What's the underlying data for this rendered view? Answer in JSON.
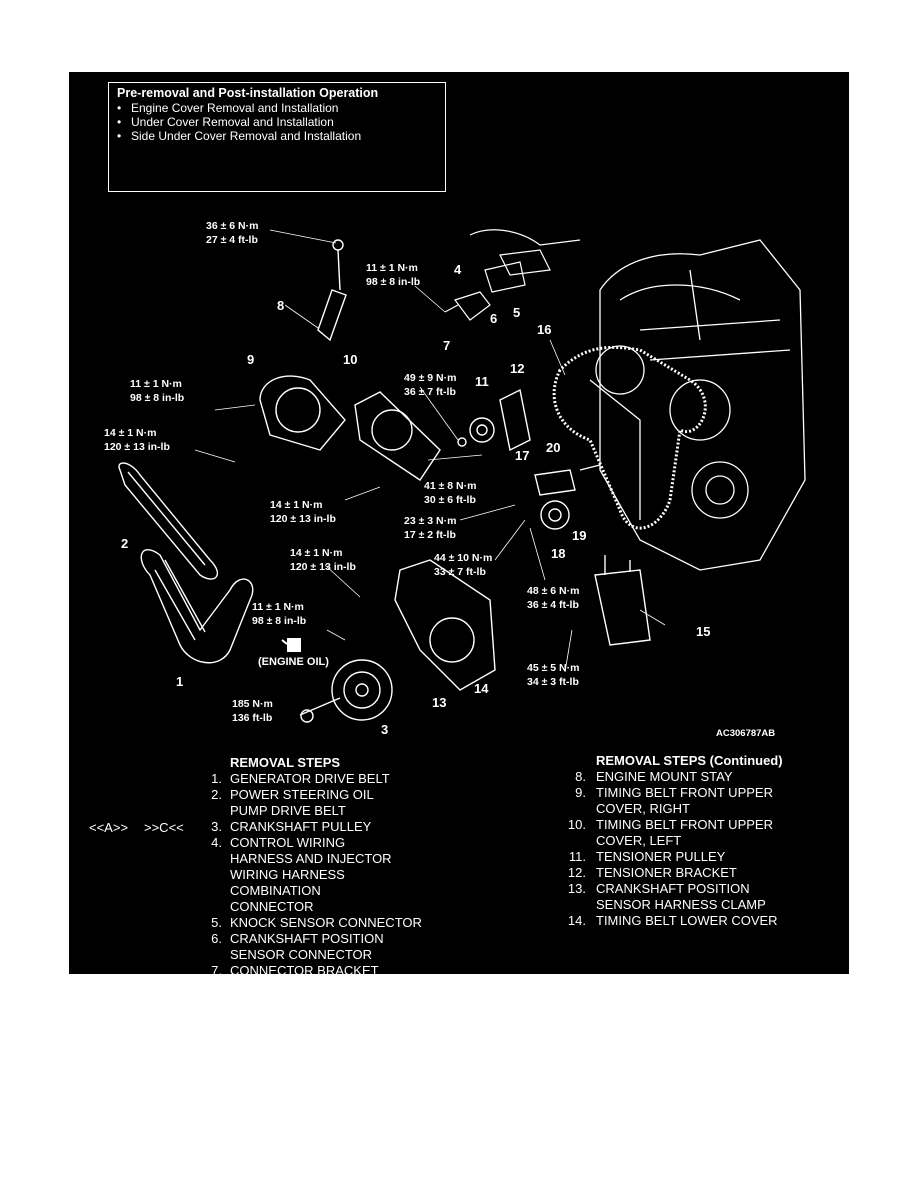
{
  "pre_box": {
    "title": "Pre-removal and Post-installation Operation",
    "items": [
      "Engine Cover Removal and Installation",
      "Under Cover Removal and Installation",
      "Side Under Cover Removal and Installation"
    ]
  },
  "torques": {
    "t1a": "36 ± 6 N·m",
    "t1b": "27 ± 4 ft-lb",
    "t2a": "11 ± 1 N·m",
    "t2b": "98 ± 8 in-lb",
    "t3a": "11 ± 1 N·m",
    "t3b": "98 ± 8 in-lb",
    "t4a": "14 ± 1 N·m",
    "t4b": "120 ± 13 in-lb",
    "t5a": "49 ± 9 N·m",
    "t5b": "36 ± 7 ft-lb",
    "t6a": "41 ± 8 N·m",
    "t6b": "30 ± 6 ft-lb",
    "t7a": "14 ± 1 N·m",
    "t7b": "120 ± 13 in-lb",
    "t8a": "23 ± 3 N·m",
    "t8b": "17 ± 2 ft-lb",
    "t9a": "44 ± 10 N·m",
    "t9b": "33 ± 7 ft-lb",
    "t10a": "14 ± 1 N·m",
    "t10b": "120 ± 13 in-lb",
    "t11a": "48 ± 6 N·m",
    "t11b": "36 ± 4 ft-lb",
    "t12a": "11 ± 1 N·m",
    "t12b": "98 ± 8 in-lb",
    "t13a": "45 ± 5 N·m",
    "t13b": "34 ± 3 ft-lb",
    "t14a": "185 N·m",
    "t14b": "136 ft-lb"
  },
  "engine_oil": "(ENGINE OIL)",
  "figure_code": "AC306787AB",
  "callouts": [
    "1",
    "2",
    "3",
    "4",
    "5",
    "6",
    "7",
    "8",
    "9",
    "10",
    "11",
    "12",
    "13",
    "14",
    "15",
    "16",
    "17",
    "18",
    "19",
    "20"
  ],
  "refs": {
    "a": "<<A>>",
    "c": ">>C<<"
  },
  "steps_left": {
    "header": "REMOVAL STEPS",
    "items": [
      {
        "n": "1.",
        "t": "GENERATOR DRIVE BELT"
      },
      {
        "n": "2.",
        "t": "POWER STEERING OIL PUMP DRIVE BELT"
      },
      {
        "n": "3.",
        "t": "CRANKSHAFT PULLEY"
      },
      {
        "n": "4.",
        "t": "CONTROL WIRING HARNESS AND INJECTOR WIRING HARNESS COMBINATION CONNECTOR"
      },
      {
        "n": "5.",
        "t": "KNOCK SENSOR CONNECTOR"
      },
      {
        "n": "6.",
        "t": "CRANKSHAFT POSITION SENSOR CONNECTOR"
      },
      {
        "n": "7.",
        "t": "CONNECTOR BRACKET"
      }
    ]
  },
  "steps_right": {
    "header": "REMOVAL STEPS (Continued)",
    "items": [
      {
        "n": "8.",
        "t": "ENGINE MOUNT STAY"
      },
      {
        "n": "9.",
        "t": "TIMING BELT FRONT UPPER COVER, RIGHT"
      },
      {
        "n": "10.",
        "t": "TIMING BELT FRONT UPPER COVER, LEFT"
      },
      {
        "n": "11.",
        "t": "TENSIONER PULLEY"
      },
      {
        "n": "12.",
        "t": "TENSIONER BRACKET"
      },
      {
        "n": "13.",
        "t": "CRANKSHAFT POSITION SENSOR HARNESS CLAMP"
      },
      {
        "n": "14.",
        "t": "TIMING BELT LOWER COVER"
      }
    ]
  }
}
